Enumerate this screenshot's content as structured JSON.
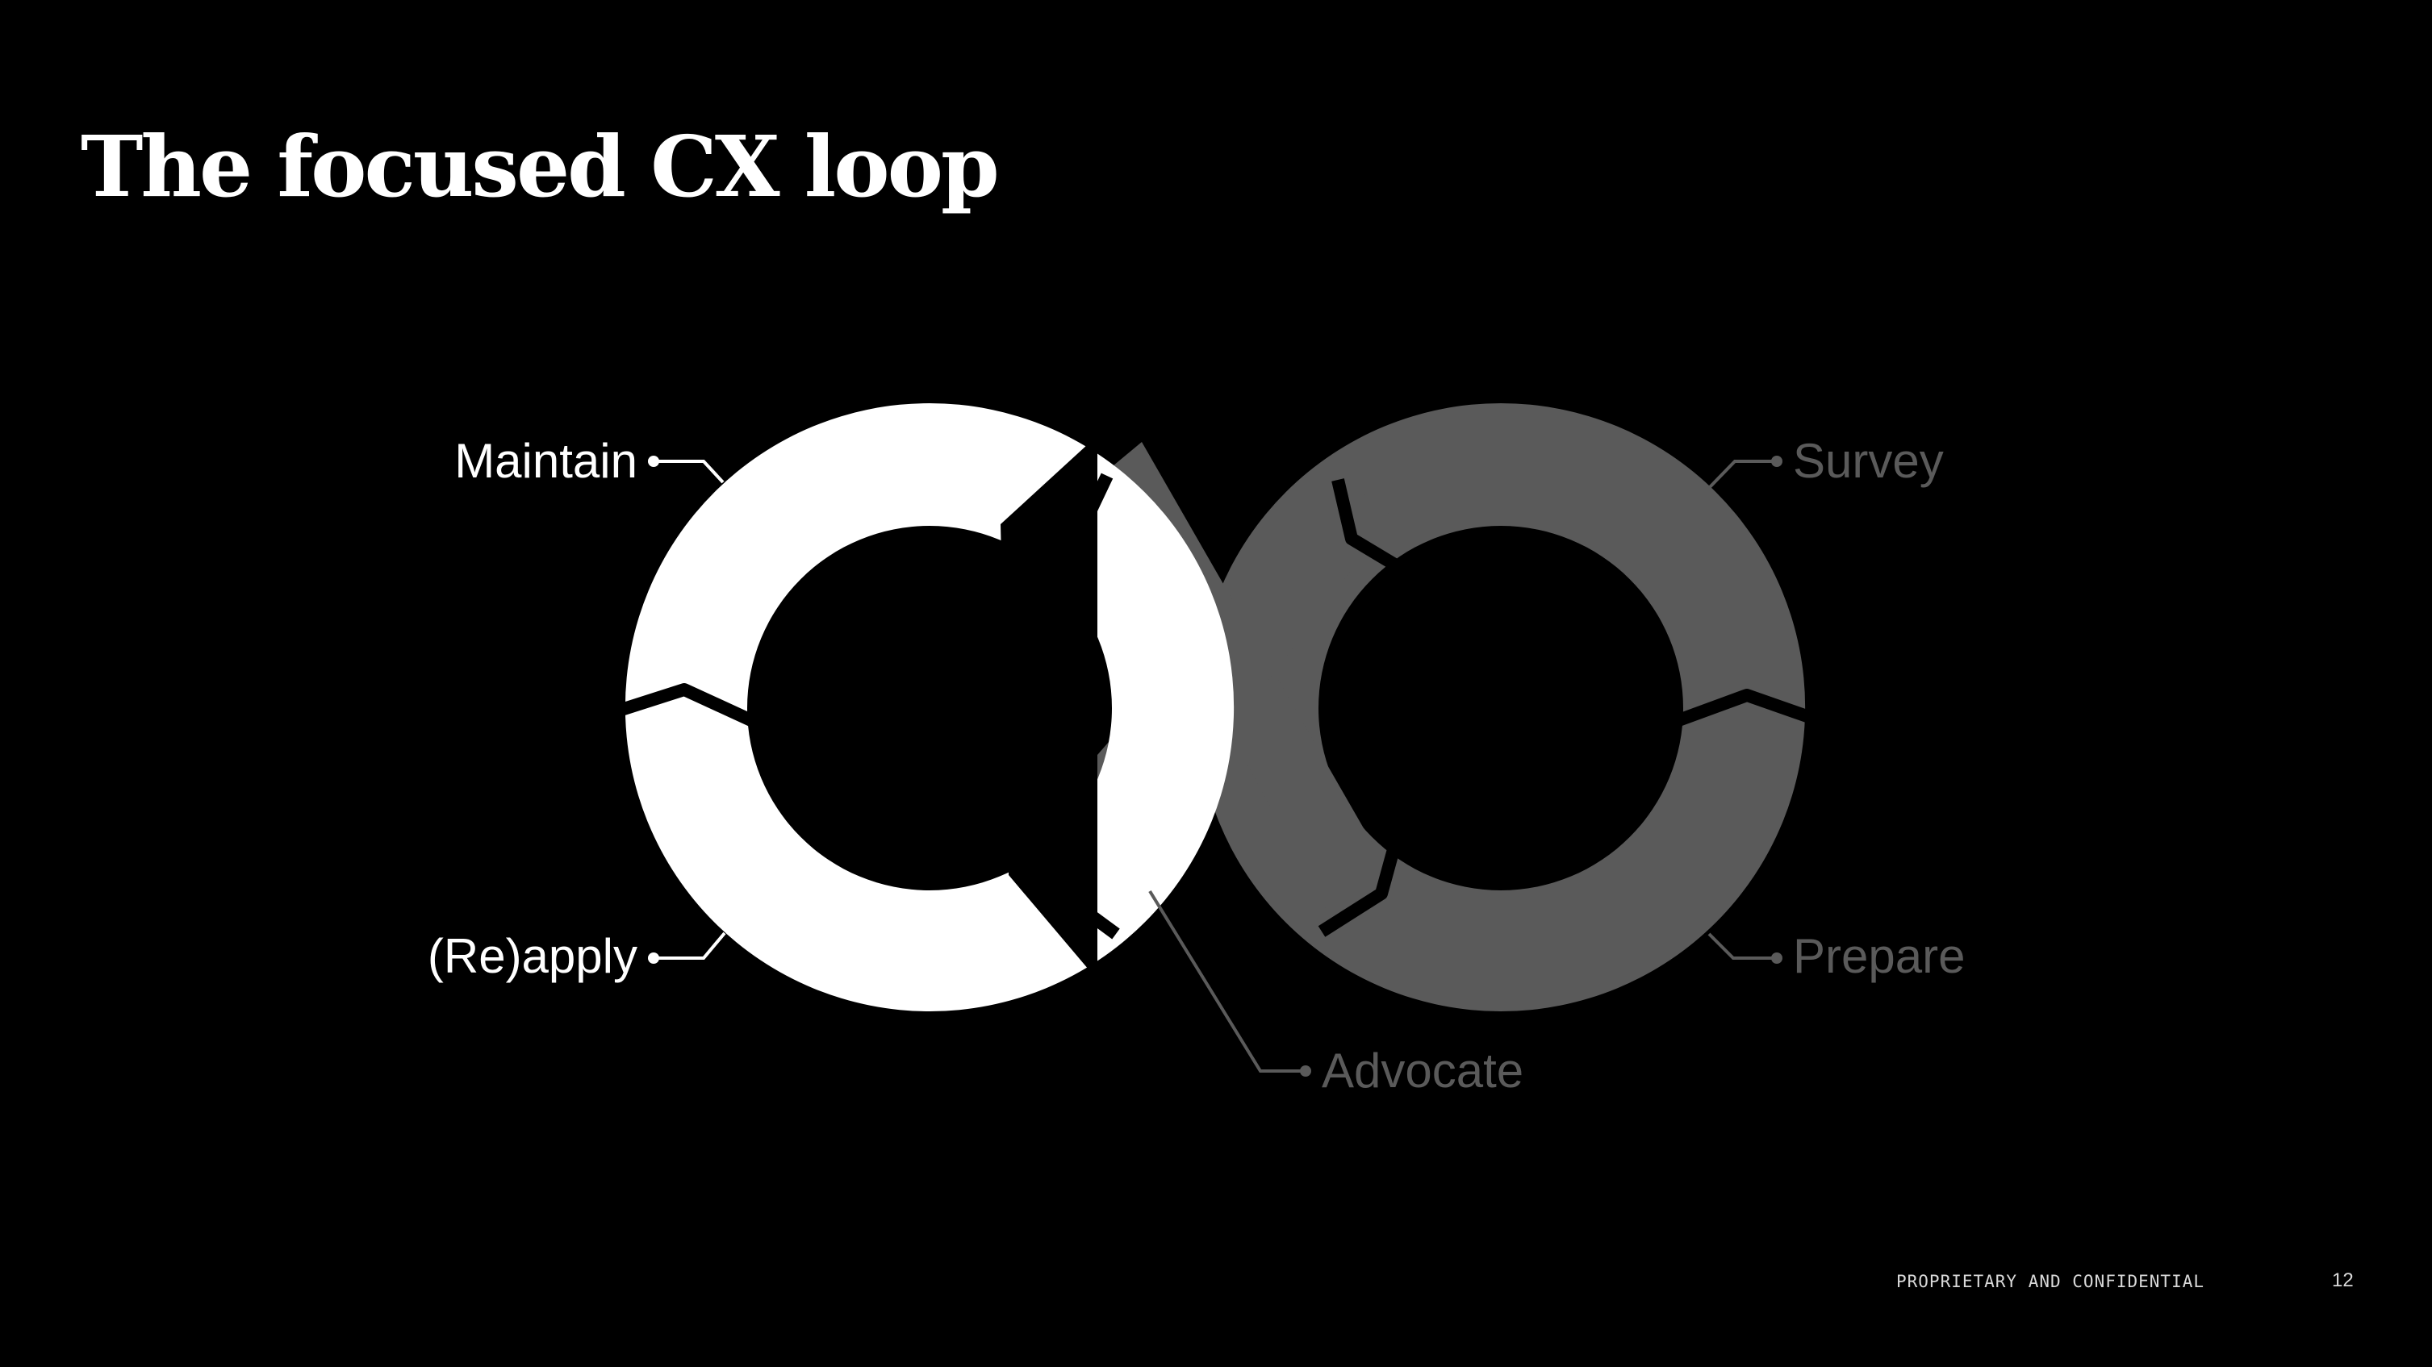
{
  "slide": {
    "title": "The focused CX loop",
    "footer": "PROPRIETARY AND CONFIDENTIAL",
    "page_number": "12"
  },
  "diagram": {
    "stages": {
      "maintain": "Maintain",
      "reapply": "(Re)apply",
      "survey": "Survey",
      "prepare": "Prepare",
      "advocate": "Advocate"
    }
  },
  "colors": {
    "background": "#000000",
    "active": "#FFFFFF",
    "inactive": "#5A5A5A",
    "footer_text": "#D9D9D9"
  }
}
